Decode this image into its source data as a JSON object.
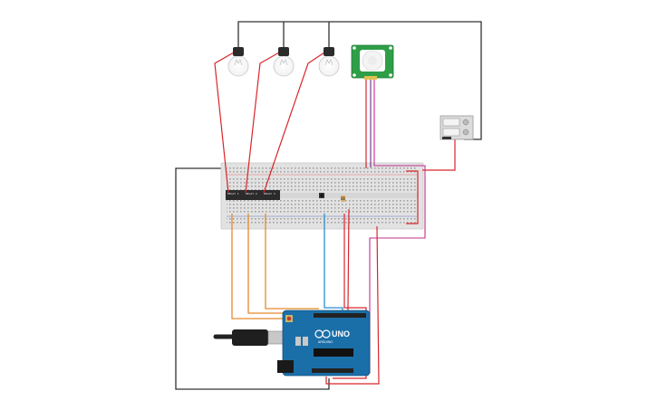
{
  "board": {
    "logo_text": "UNO",
    "brand_text": "ARDUINO"
  },
  "relay_modules": [
    {
      "label": "RELAY 1"
    },
    {
      "label": "RELAY 2"
    },
    {
      "label": "RELAY 3"
    }
  ],
  "colors": {
    "wire_black": "#333333",
    "wire_red": "#d9262a",
    "wire_orange": "#e8892a",
    "wire_blue": "#2a8fd0",
    "wire_magenta": "#c0308a",
    "board_blue": "#1b6fa8",
    "pir_green": "#2e9e47",
    "breadboard": "#e2e2e2"
  }
}
